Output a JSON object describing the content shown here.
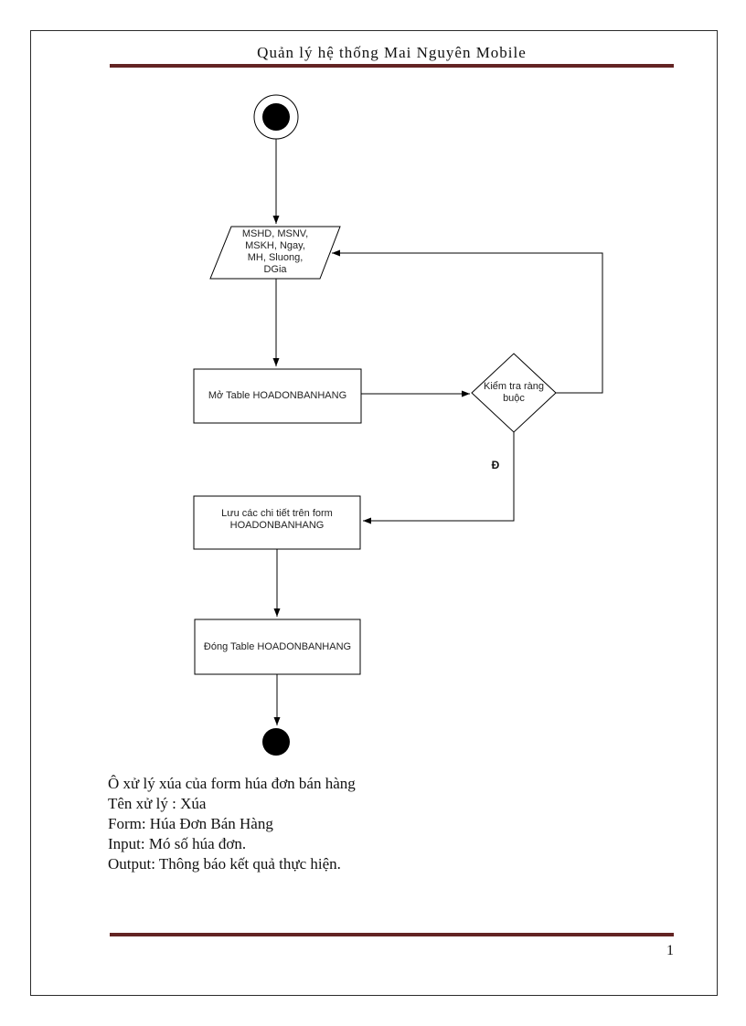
{
  "colors": {
    "accent_dark_red": "#632423",
    "flow_line": "#000000"
  },
  "page": {
    "header_title": "Quản lý hệ thống Mai Nguyên Mobile",
    "footer_page_number": "1"
  },
  "flowchart": {
    "start_node": "initial-node",
    "end_node": "final-node",
    "input_parallelogram": {
      "lines": [
        "MSHD, MSNV,",
        "MSKH, Ngay,",
        "MH, Sluong,",
        "DGia"
      ]
    },
    "open_table_box": {
      "label": "Mở Table HOADONBANHANG"
    },
    "decision_diamond": {
      "lines": [
        "Kiểm tra ràng",
        "buộc"
      ]
    },
    "decision_true_label": "Đ",
    "save_box": {
      "lines": [
        "Lưu các chi tiết trên form",
        "HOADONBANHANG"
      ]
    },
    "close_table_box": {
      "label": "Đóng Table HOADONBANHANG"
    }
  },
  "description": {
    "lines": [
      "Ô xử lý xúa của form húa đơn bán hàng",
      "Tên xử lý : Xúa",
      "Form: Húa Đơn Bán Hàng",
      "Input: Mó số húa đơn.",
      "Output: Thông báo kết quả thực hiện."
    ]
  }
}
